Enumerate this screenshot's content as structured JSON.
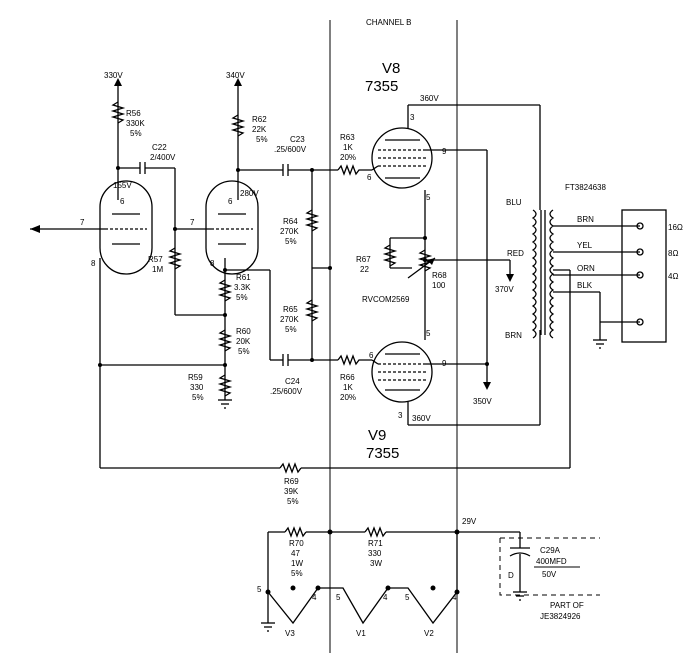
{
  "labels": {
    "channel": "CHANNEL B",
    "v8": {
      "name": "V8",
      "type": "7355"
    },
    "v9": {
      "name": "V9",
      "type": "7355"
    },
    "transformer": "FT3824638",
    "cap_part": "PART OF",
    "cap_part_no": "JE3824926",
    "pot": "RVCOM2569",
    "ground_note": ""
  },
  "voltages": {
    "v330": "330V",
    "v340": "340V",
    "v155": "155V",
    "v280": "280V",
    "v360a": "360V",
    "v360b": "360V",
    "v370": "370V",
    "v350": "350V",
    "v29": "29V"
  },
  "resistors": {
    "R56": [
      "R56",
      "330K",
      "5%"
    ],
    "R62": [
      "R62",
      "22K",
      "5%"
    ],
    "R63": [
      "R63",
      "1K",
      "20%"
    ],
    "R64": [
      "R64",
      "270K",
      "5%"
    ],
    "R65": [
      "R65",
      "270K",
      "5%"
    ],
    "R57": [
      "R57",
      "1M"
    ],
    "R61": [
      "R61",
      "3.3K",
      "5%"
    ],
    "R60": [
      "R60",
      "20K",
      "5%"
    ],
    "R59": [
      "R59",
      "330",
      "5%"
    ],
    "R66": [
      "R66",
      "1K",
      "20%"
    ],
    "R67": [
      "R67",
      "22"
    ],
    "R68": [
      "R68",
      "100"
    ],
    "R69": [
      "R69",
      "39K",
      "5%"
    ],
    "R70": [
      "R70",
      "47",
      "1W",
      "5%"
    ],
    "R71": [
      "R71",
      "330",
      "3W"
    ]
  },
  "capacitors": {
    "C22": [
      "C22",
      "2/400V"
    ],
    "C23": [
      "C23",
      ".25/600V"
    ],
    "C24": [
      "C24",
      ".25/600V"
    ],
    "C29A": [
      "C29A",
      "400MFD",
      "50V"
    ]
  },
  "transformer_leads": {
    "blu": "BLU",
    "red": "RED",
    "brn_bottom": "BRN",
    "brn": "BRN",
    "yel": "YEL",
    "orn": "ORN",
    "blk": "BLK"
  },
  "outputs": {
    "o16": "16Ω",
    "o8": "8Ω",
    "o4": "4Ω"
  },
  "tubes_heater": {
    "v3": "V3",
    "v1": "V1",
    "v2": "V2"
  },
  "pins": {
    "p7a": "7",
    "p6a": "6",
    "p8a": "8",
    "p7b": "7",
    "p6b": "6",
    "p8b": "8",
    "v8p3": "3",
    "v8p6": "6",
    "v8p9": "9",
    "v8p5": "5",
    "v9p5": "5",
    "v9p6": "6",
    "v9p9": "9",
    "v9p3": "3",
    "h5a": "5",
    "h4a": "4",
    "h5b": "5",
    "h4b": "4",
    "h5c": "5",
    "h4c": "4",
    "capD": "D"
  }
}
